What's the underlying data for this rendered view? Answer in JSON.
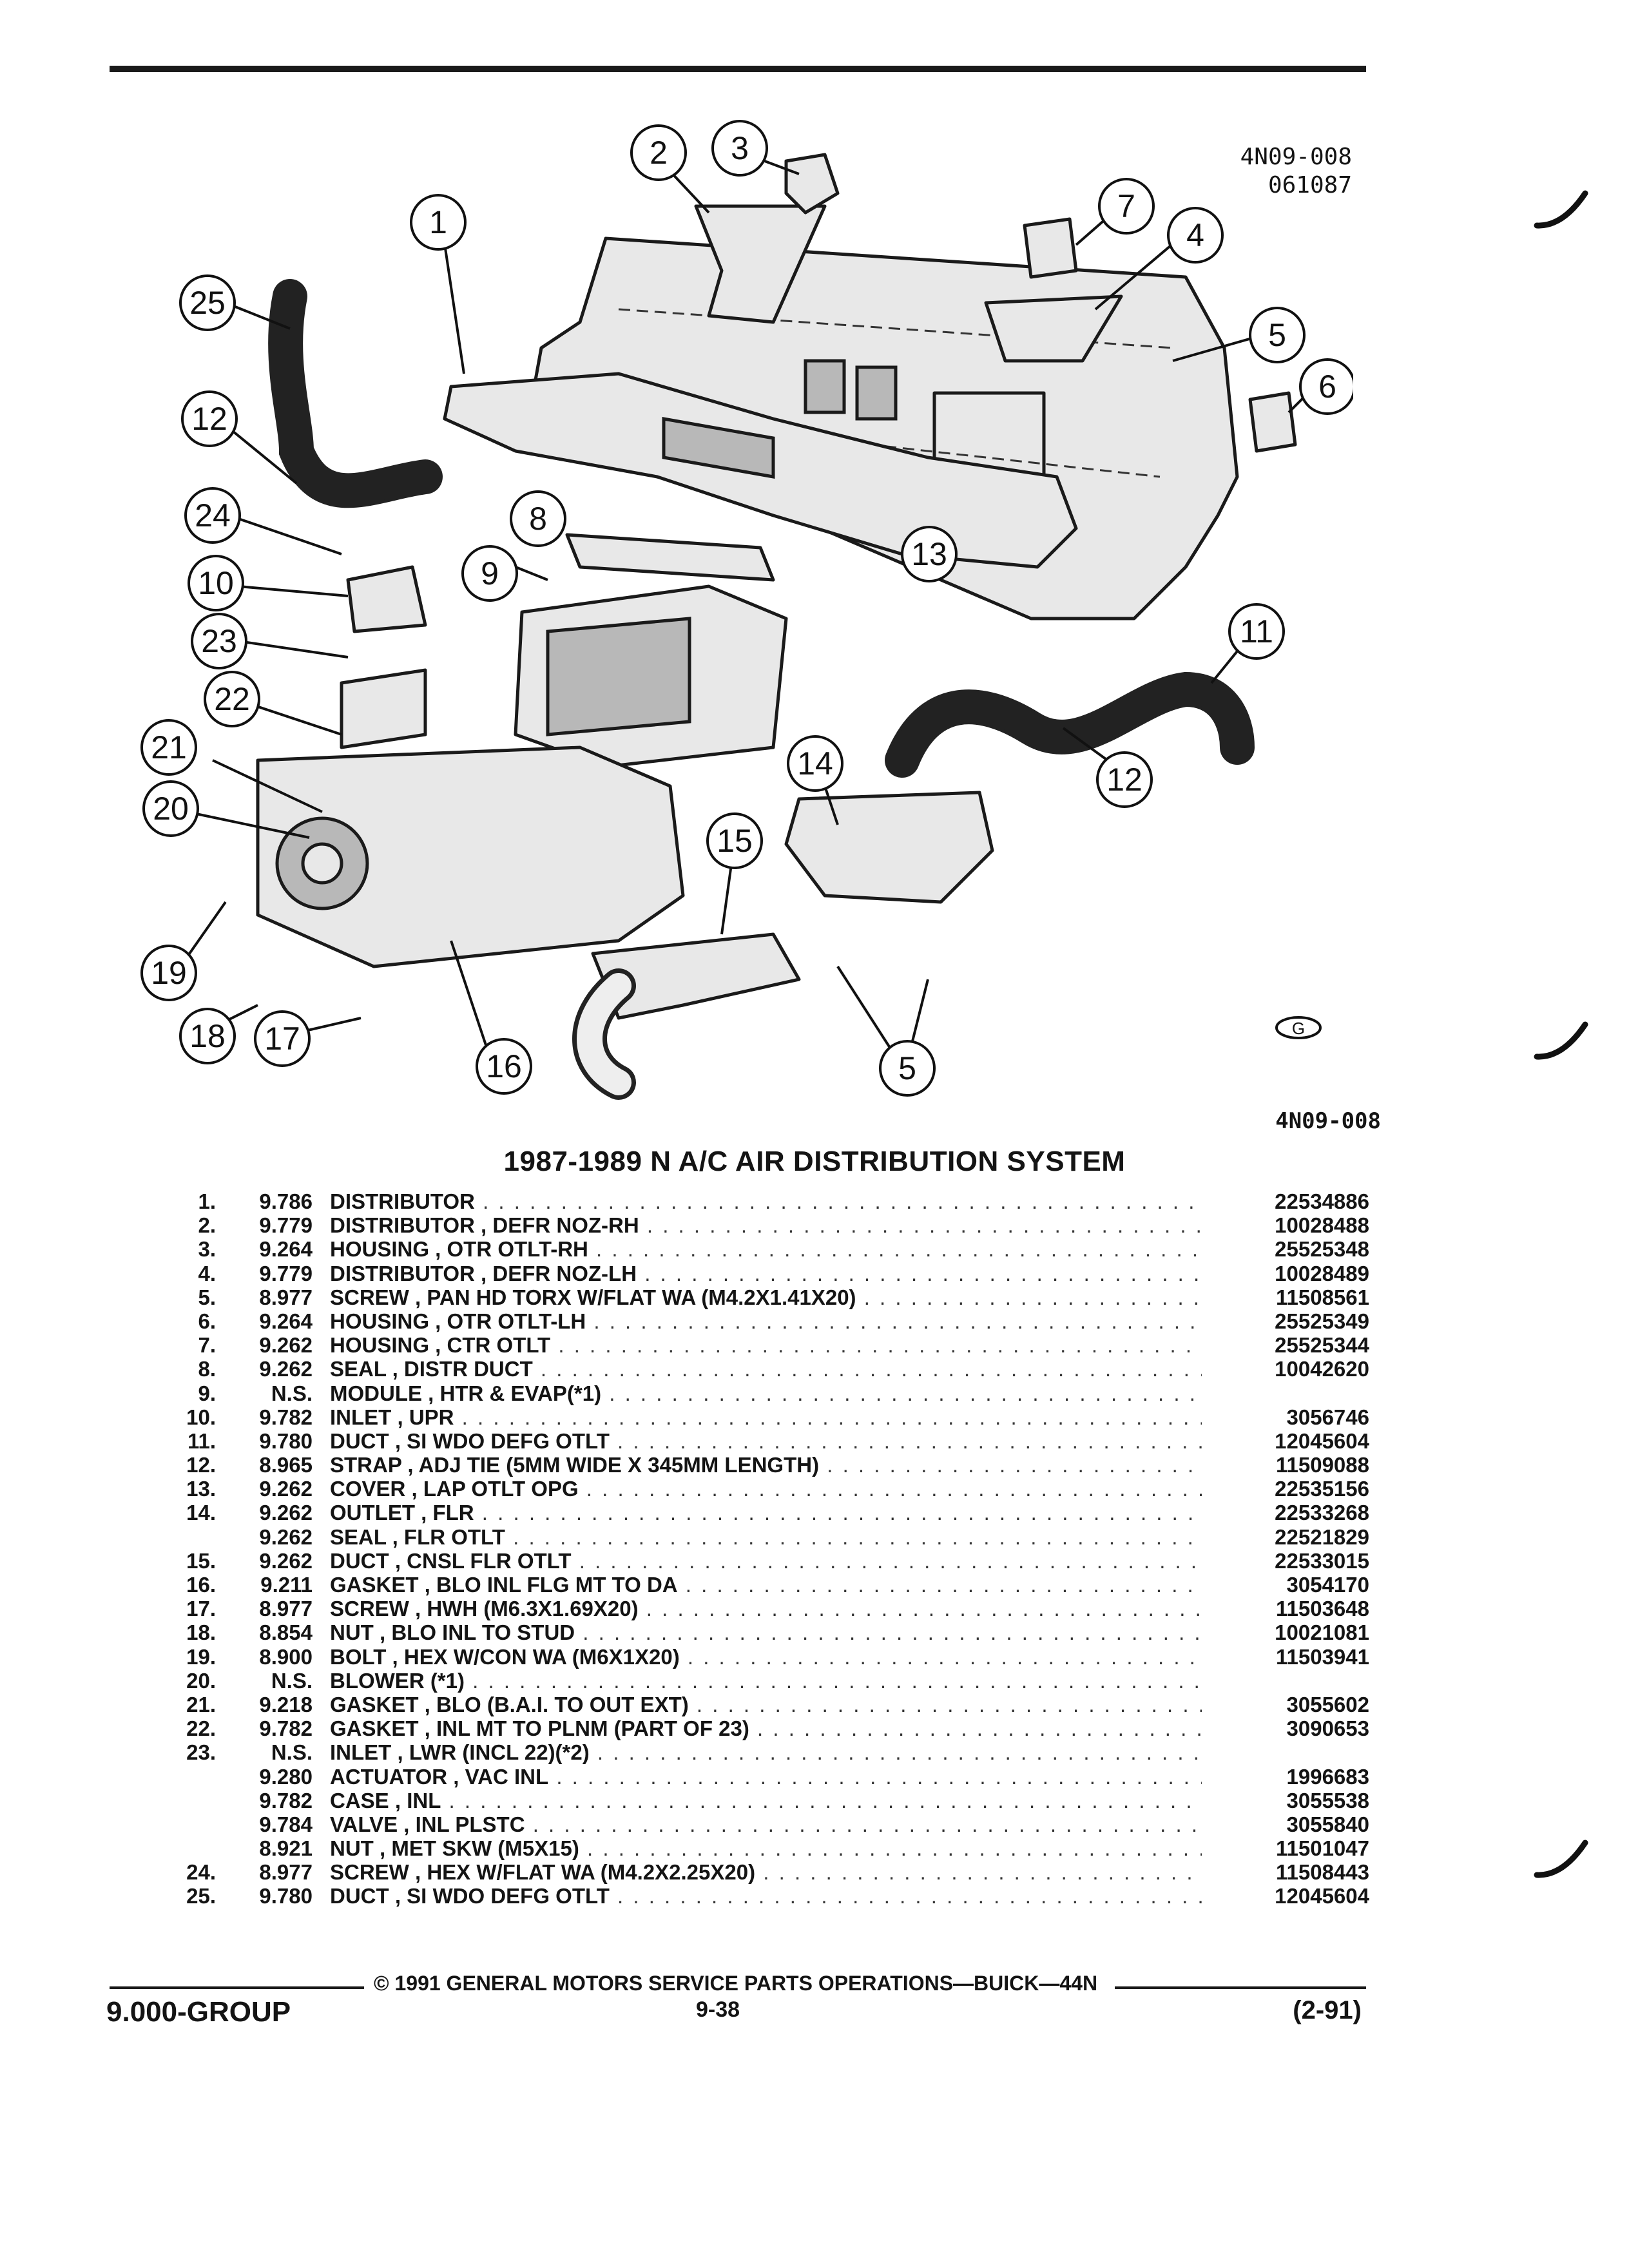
{
  "figure": {
    "code_line1": "4N09-008",
    "code_line2": "061087",
    "footer_code": "4N09-008",
    "logo_mark": "G",
    "callouts": [
      "1",
      "2",
      "3",
      "4",
      "5",
      "6",
      "7",
      "8",
      "9",
      "10",
      "11",
      "12",
      "13",
      "14",
      "15",
      "16",
      "17",
      "18",
      "19",
      "20",
      "21",
      "22",
      "23",
      "24",
      "25",
      "12",
      "5"
    ]
  },
  "title": "1987-1989 N A/C AIR DISTRIBUTION SYSTEM",
  "parts": [
    {
      "no": "1.",
      "group": "9.786",
      "desc": "DISTRIBUTOR",
      "pn": "22534886"
    },
    {
      "no": "2.",
      "group": "9.779",
      "desc": "DISTRIBUTOR , DEFR NOZ-RH",
      "pn": "10028488"
    },
    {
      "no": "3.",
      "group": "9.264",
      "desc": "HOUSING , OTR OTLT-RH",
      "pn": "25525348"
    },
    {
      "no": "4.",
      "group": "9.779",
      "desc": "DISTRIBUTOR , DEFR NOZ-LH",
      "pn": "10028489"
    },
    {
      "no": "5.",
      "group": "8.977",
      "desc": "SCREW , PAN HD TORX W/FLAT WA (M4.2X1.41X20)",
      "pn": "11508561"
    },
    {
      "no": "6.",
      "group": "9.264",
      "desc": "HOUSING , OTR OTLT-LH",
      "pn": "25525349"
    },
    {
      "no": "7.",
      "group": "9.262",
      "desc": "HOUSING , CTR OTLT",
      "pn": "25525344"
    },
    {
      "no": "8.",
      "group": "9.262",
      "desc": "SEAL , DISTR DUCT",
      "pn": "10042620"
    },
    {
      "no": "9.",
      "group": "N.S.",
      "desc": "MODULE , HTR & EVAP(*1)",
      "pn": ""
    },
    {
      "no": "10.",
      "group": "9.782",
      "desc": "INLET , UPR",
      "pn": "3056746"
    },
    {
      "no": "11.",
      "group": "9.780",
      "desc": "DUCT , SI WDO DEFG OTLT",
      "pn": "12045604"
    },
    {
      "no": "12.",
      "group": "8.965",
      "desc": "STRAP , ADJ TIE (5MM WIDE X 345MM LENGTH)",
      "pn": "11509088"
    },
    {
      "no": "13.",
      "group": "9.262",
      "desc": "COVER , LAP OTLT OPG",
      "pn": "22535156"
    },
    {
      "no": "14.",
      "group": "9.262",
      "desc": "OUTLET , FLR",
      "pn": "22533268"
    },
    {
      "no": "",
      "group": "9.262",
      "desc": "SEAL , FLR OTLT",
      "pn": "22521829"
    },
    {
      "no": "15.",
      "group": "9.262",
      "desc": "DUCT , CNSL FLR OTLT",
      "pn": "22533015"
    },
    {
      "no": "16.",
      "group": "9.211",
      "desc": "GASKET , BLO INL FLG MT TO DA",
      "pn": "3054170"
    },
    {
      "no": "17.",
      "group": "8.977",
      "desc": "SCREW , HWH (M6.3X1.69X20)",
      "pn": "11503648"
    },
    {
      "no": "18.",
      "group": "8.854",
      "desc": "NUT , BLO INL TO STUD",
      "pn": "10021081"
    },
    {
      "no": "19.",
      "group": "8.900",
      "desc": "BOLT , HEX W/CON WA (M6X1X20)",
      "pn": "11503941"
    },
    {
      "no": "20.",
      "group": "N.S.",
      "desc": "BLOWER (*1)",
      "pn": ""
    },
    {
      "no": "21.",
      "group": "9.218",
      "desc": "GASKET , BLO (B.A.I. TO OUT EXT)",
      "pn": "3055602"
    },
    {
      "no": "22.",
      "group": "9.782",
      "desc": "GASKET , INL MT TO PLNM (PART OF 23)",
      "pn": "3090653"
    },
    {
      "no": "23.",
      "group": "N.S.",
      "desc": "INLET , LWR (INCL 22)(*2)",
      "pn": ""
    },
    {
      "no": "",
      "group": "9.280",
      "desc": "ACTUATOR , VAC INL",
      "pn": "1996683"
    },
    {
      "no": "",
      "group": "9.782",
      "desc": "CASE , INL",
      "pn": "3055538"
    },
    {
      "no": "",
      "group": "9.784",
      "desc": "VALVE , INL PLSTC",
      "pn": "3055840"
    },
    {
      "no": "",
      "group": "8.921",
      "desc": "NUT , MET SKW (M5X15)",
      "pn": "11501047"
    },
    {
      "no": "24.",
      "group": "8.977",
      "desc": "SCREW , HEX W/FLAT WA (M4.2X2.25X20)",
      "pn": "11508443"
    },
    {
      "no": "25.",
      "group": "9.780",
      "desc": "DUCT , SI WDO DEFG OTLT",
      "pn": "12045604"
    }
  ],
  "footer": {
    "copyright": "© 1991 GENERAL MOTORS SERVICE PARTS OPERATIONS—BUICK—44N",
    "group": "9.000-GROUP",
    "page": "9-38",
    "date": "(2-91)"
  }
}
